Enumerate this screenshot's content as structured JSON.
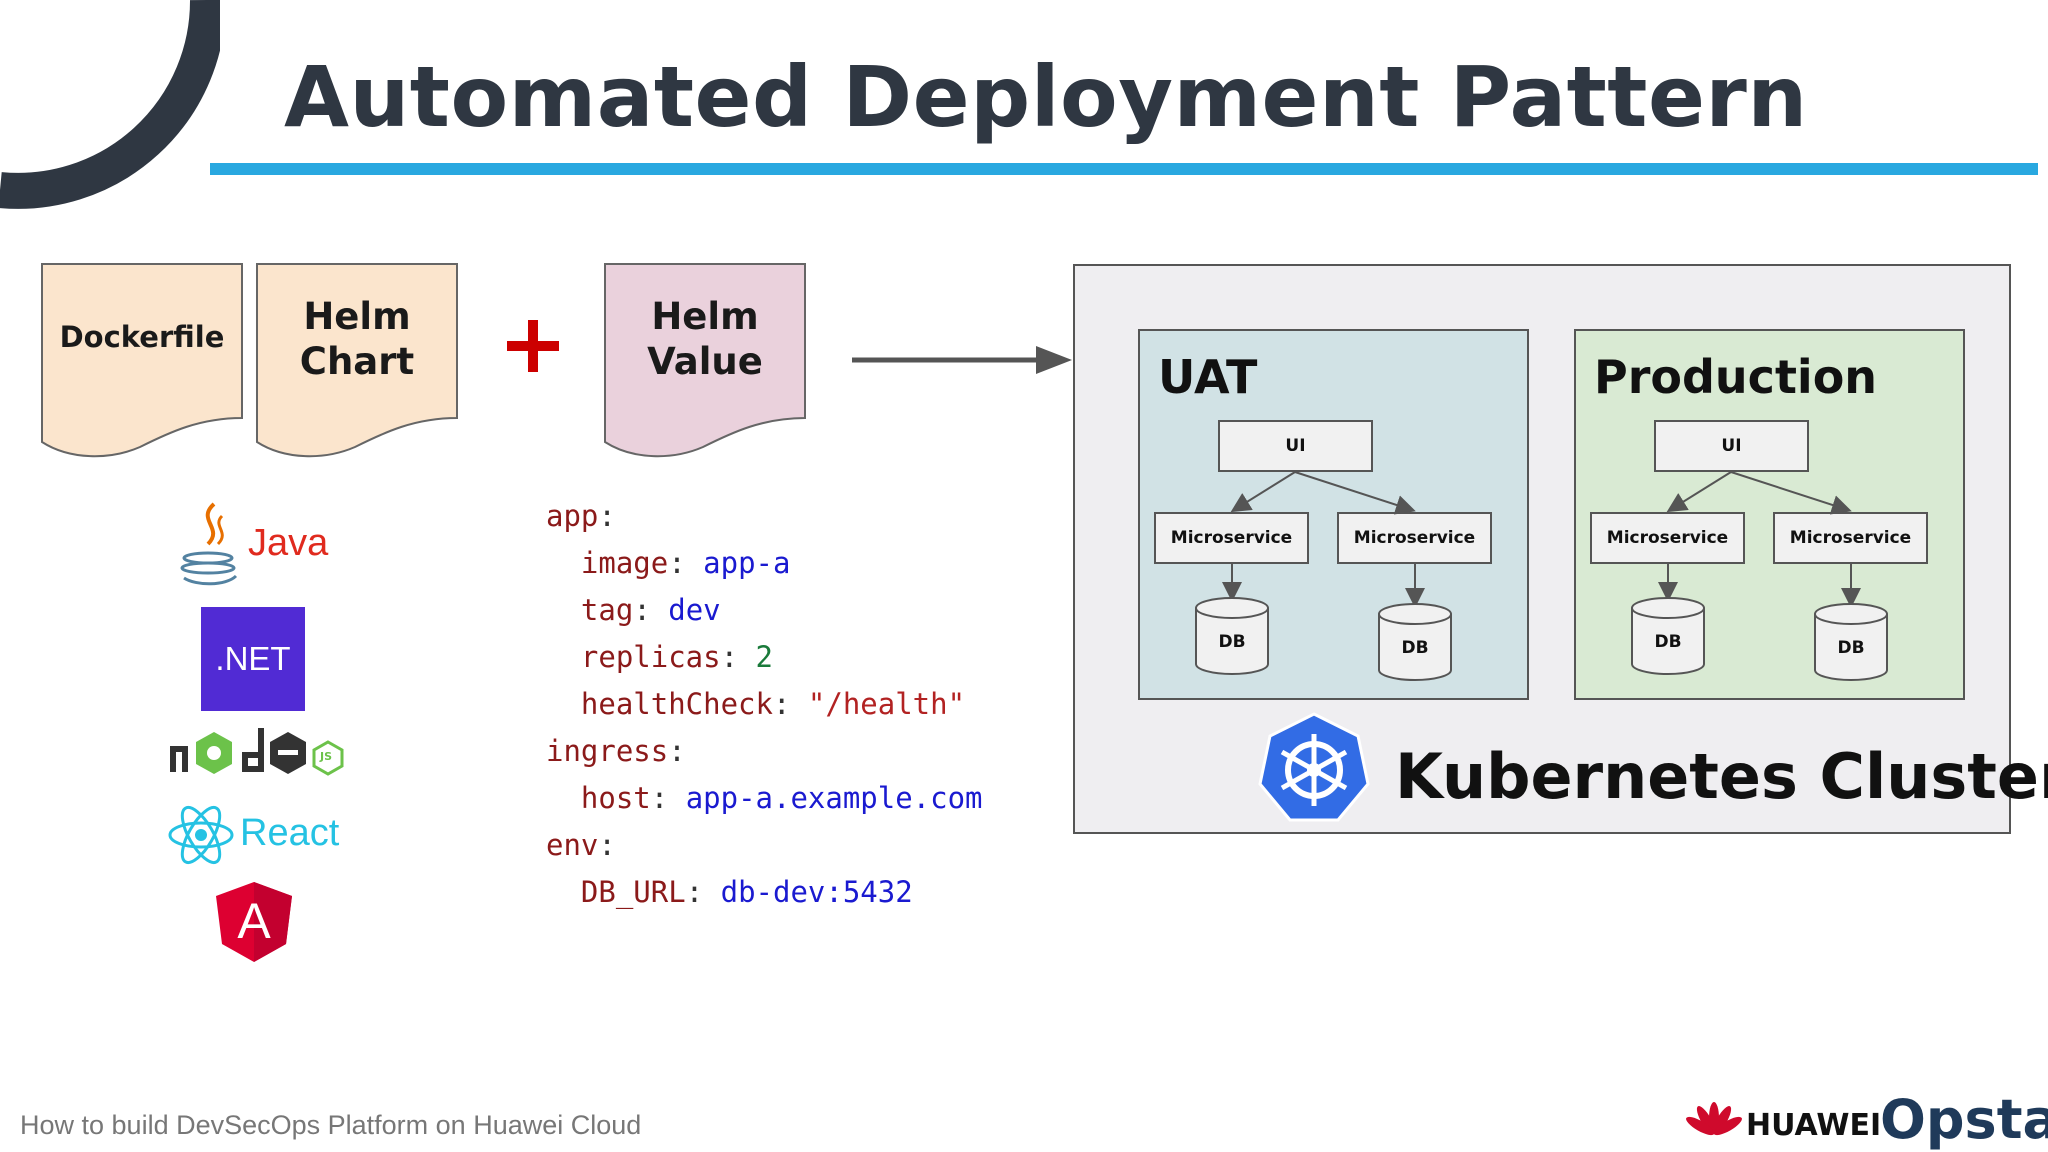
{
  "title": "Automated Deployment Pattern",
  "docs": {
    "dockerfile": "Dockerfile",
    "helm_chart": "Helm\nChart",
    "helm_value": "Helm\nValue"
  },
  "tech_logos": {
    "java": "Java",
    "dotnet": ".NET",
    "node_sub": "JS",
    "react": "React",
    "angular": "A"
  },
  "code_lines": [
    {
      "key": "app",
      "sep": ":",
      "value": "",
      "indent": 0,
      "vtype": ""
    },
    {
      "key": "image",
      "sep": ": ",
      "value": "app-a",
      "indent": 1,
      "vtype": "v"
    },
    {
      "key": "tag",
      "sep": ": ",
      "value": "dev",
      "indent": 1,
      "vtype": "v"
    },
    {
      "key": "replicas",
      "sep": ": ",
      "value": "2",
      "indent": 1,
      "vtype": "n"
    },
    {
      "key": "healthCheck",
      "sep": ": ",
      "value": "\"/health\"",
      "indent": 1,
      "vtype": "s"
    },
    {
      "key": "ingress",
      "sep": ":",
      "value": "",
      "indent": 0,
      "vtype": ""
    },
    {
      "key": "host",
      "sep": ": ",
      "value": "app-a.example.com",
      "indent": 1,
      "vtype": "v"
    },
    {
      "key": "env",
      "sep": ":",
      "value": "",
      "indent": 0,
      "vtype": ""
    },
    {
      "key": "DB_URL",
      "sep": ": ",
      "value": "db-dev:5432",
      "indent": 1,
      "vtype": "v"
    }
  ],
  "cluster": {
    "label": "Kubernetes Cluster",
    "environments": [
      {
        "name": "UAT",
        "ui": "UI",
        "services": [
          "Microservice",
          "Microservice"
        ],
        "dbs": [
          "DB",
          "DB"
        ]
      },
      {
        "name": "Production",
        "ui": "UI",
        "services": [
          "Microservice",
          "Microservice"
        ],
        "dbs": [
          "DB",
          "DB"
        ]
      }
    ]
  },
  "footer": "How to build DevSecOps Platform on Huawei Cloud",
  "brands": {
    "huawei": "HUAWEI",
    "opsta": "Opsta"
  },
  "colors": {
    "accent_line": "#29a8e0",
    "doc_peach": "#fbe5cd",
    "doc_pink": "#ead1dc",
    "uat_bg": "#d1e2e5",
    "prod_bg": "#d9ead3",
    "cluster_bg": "#efeef1",
    "k8s_blue": "#326ce5",
    "plus_red": "#cc0000"
  }
}
